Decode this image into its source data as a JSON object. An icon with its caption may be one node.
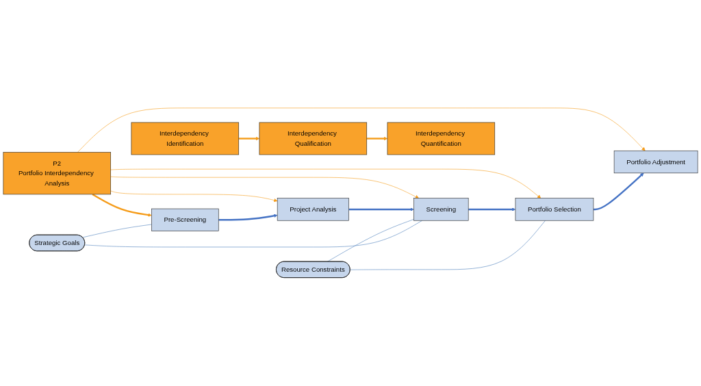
{
  "diagram": {
    "nodes": [
      {
        "text": [
          "Strategic Goals"
        ]
      },
      {
        "text": [
          "Resource Constraints"
        ]
      },
      {
        "text": [
          "Pre-Screening"
        ]
      },
      {
        "text": [
          "Project Analysis"
        ]
      },
      {
        "text": [
          "Screening"
        ]
      },
      {
        "text": [
          "Portfolio Selection"
        ]
      },
      {
        "text": [
          "Portfolio Adjustment"
        ]
      },
      {
        "text": [
          "P2",
          "Portfolio Interdependency Analysis"
        ]
      },
      {
        "text": [
          "Interdependency Identification"
        ]
      },
      {
        "text": [
          "Interdependency Qualification"
        ]
      },
      {
        "text": [
          "Interdependency Quantification"
        ]
      }
    ],
    "edges": [
      {
        "from": 0,
        "to": 2,
        "arrow": "none",
        "color": "#4f81bd"
      },
      {
        "from": 0,
        "to": 4,
        "arrow": "none",
        "color": "#4f81bd"
      },
      {
        "from": 1,
        "to": 4,
        "arrow": "none",
        "color": "#4f81bd"
      },
      {
        "from": 1,
        "to": 5,
        "arrow": "none",
        "color": "#4f81bd"
      },
      {
        "from": 2,
        "to": 3,
        "arrow": "to",
        "style": "thick",
        "color": "#4472c4"
      },
      {
        "from": 3,
        "to": 4,
        "arrow": "to",
        "style": "thick",
        "color": "#4472c4"
      },
      {
        "from": 4,
        "to": 5,
        "arrow": "to",
        "style": "thick",
        "color": "#4472c4"
      },
      {
        "from": 5,
        "to": 6,
        "arrow": "to",
        "style": "thick",
        "color": "#4472c4"
      },
      {
        "from": 7,
        "to": 2,
        "arrow": "to",
        "style": "thick",
        "color": "#f59c1a"
      },
      {
        "from": 7,
        "to": 3,
        "arrow": "to",
        "color": "#f59c1a"
      },
      {
        "from": 7,
        "to": 4,
        "arrow": "to",
        "color": "#f59c1a"
      },
      {
        "from": 7,
        "to": 5,
        "arrow": "to",
        "color": "#f59c1a"
      },
      {
        "from": 7,
        "to": 6,
        "arrow": "to",
        "color": "#f59c1a"
      },
      {
        "from": 8,
        "to": 9,
        "arrow": "to",
        "style": "thick",
        "color": "#f59c1a"
      },
      {
        "from": 9,
        "to": 10,
        "arrow": "to",
        "style": "thick",
        "color": "#f59c1a"
      }
    ]
  }
}
